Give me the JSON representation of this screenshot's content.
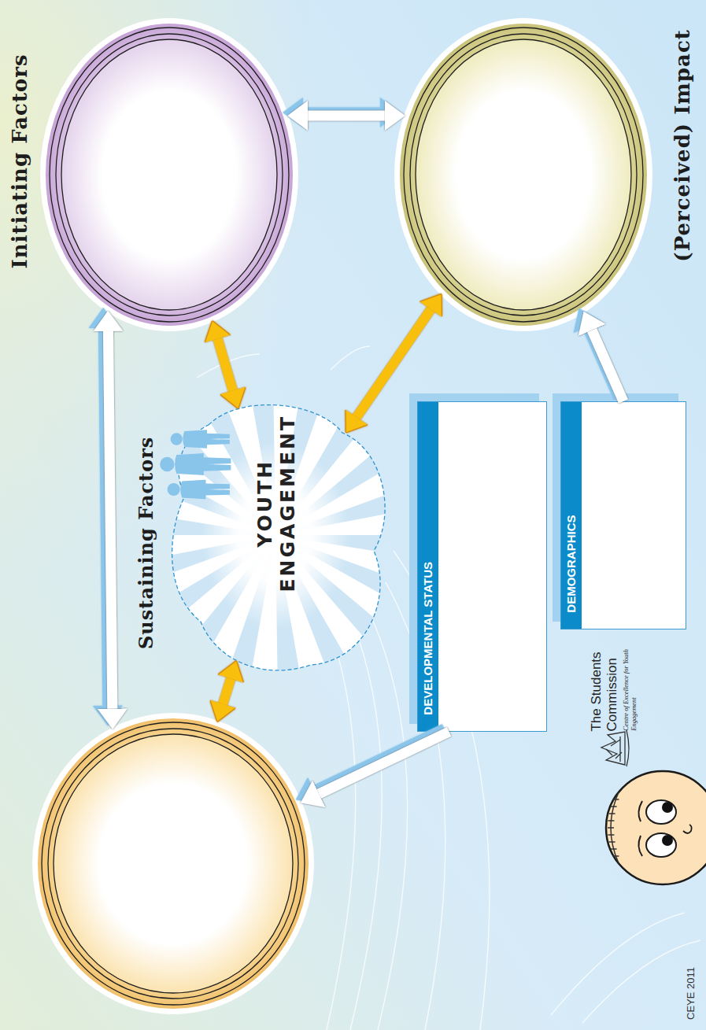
{
  "diagram": {
    "nodes": [
      {
        "text": [
          "Initiating Factors"
        ]
      },
      {
        "text": [
          "YOUTH ENGAGEMENT"
        ]
      },
      {
        "text": [
          "(Perceived) Impact"
        ]
      },
      {
        "text": [
          "Sustaining Factors"
        ]
      },
      {
        "text": [
          "DEVELOPMENTAL STATUS"
        ]
      },
      {
        "text": [
          "DEMOGRAPHICS"
        ]
      }
    ],
    "edges": [
      {
        "from": 1,
        "to": 0,
        "arrow": "both"
      },
      {
        "from": 1,
        "to": 2,
        "arrow": "both"
      },
      {
        "from": 1,
        "to": 3,
        "arrow": "both"
      },
      {
        "from": 0,
        "to": 2,
        "arrow": "both"
      },
      {
        "from": 0,
        "to": 3,
        "arrow": "both"
      },
      {
        "from": 4,
        "to": 3,
        "arrow": "to"
      },
      {
        "from": 5,
        "to": 2,
        "arrow": "to"
      }
    ],
    "labels": [
      "The Students Commission",
      "Centre of Excellence for Youth Engagement",
      "CEYE 2011"
    ]
  }
}
